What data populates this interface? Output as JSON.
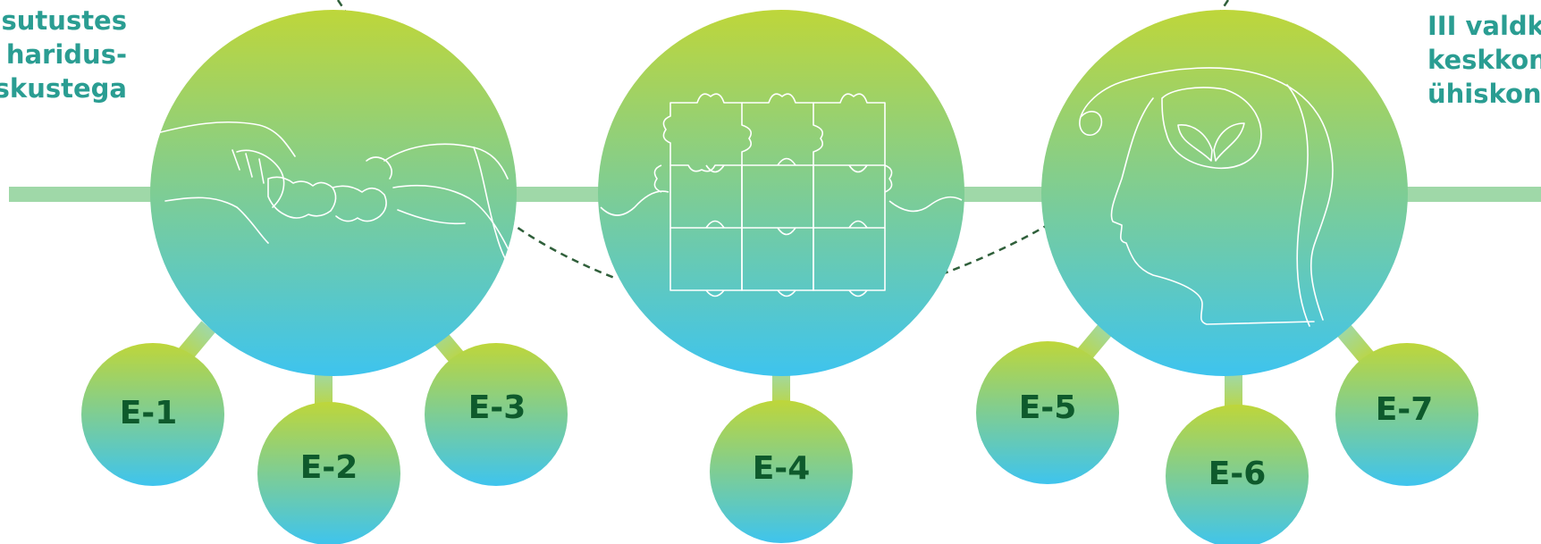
{
  "left_text": {
    "line1": "asutustes",
    "line2": "haridus-",
    "line3": "iskustega"
  },
  "right_text": {
    "line1": "III valdk",
    "line2": "keskkon",
    "line3": "ühiskon"
  },
  "main_circles": [
    {
      "illustration": "hands-joining-puzzle-pieces"
    },
    {
      "illustration": "puzzle-grid"
    },
    {
      "illustration": "head-with-sprout"
    }
  ],
  "nodes": [
    {
      "label": "E-1"
    },
    {
      "label": "E-2"
    },
    {
      "label": "E-3"
    },
    {
      "label": "E-4"
    },
    {
      "label": "E-5"
    },
    {
      "label": "E-6"
    },
    {
      "label": "E-7"
    }
  ],
  "colors": {
    "gradient_top": "#bed63a",
    "gradient_bottom": "#3ec4ee",
    "timeline": "#9fd8a8",
    "label_text": "#0e5a2c",
    "side_text": "#2a9d92",
    "dashed_arc": "#2f5f3a"
  }
}
